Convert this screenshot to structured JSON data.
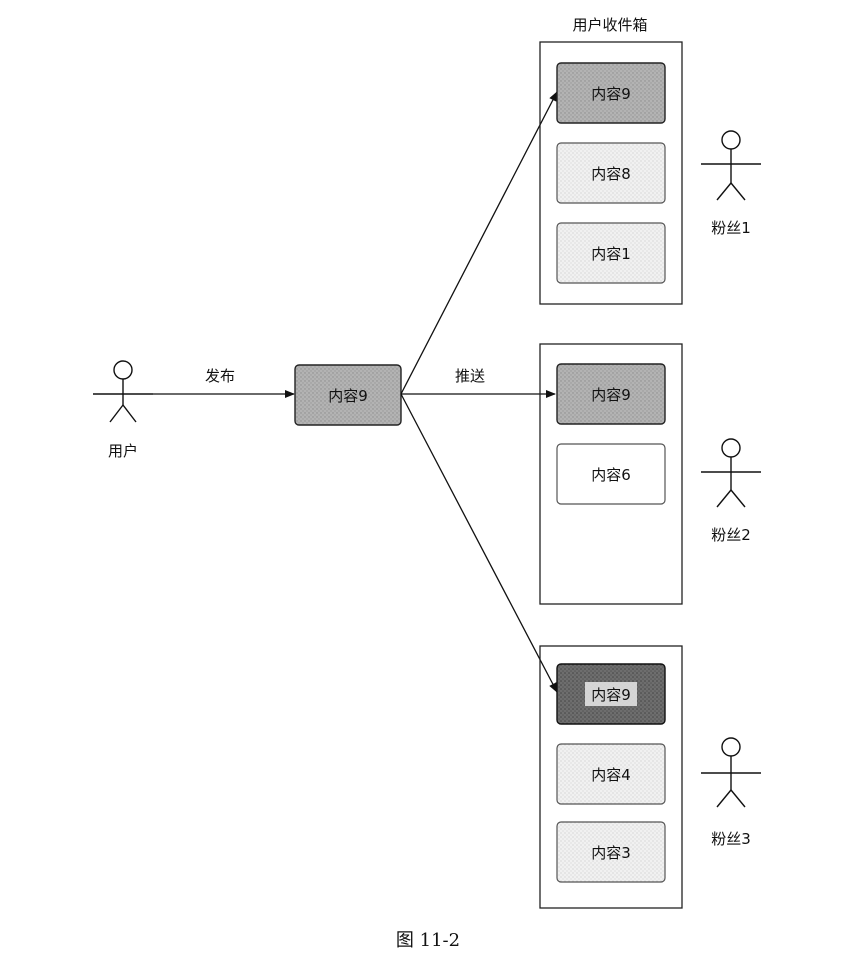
{
  "inbox_title": "用户收件箱",
  "user": {
    "label": "用户"
  },
  "publish_label": "发布",
  "push_label": "推送",
  "published_item": "内容9",
  "followers": [
    {
      "label": "粉丝1",
      "items": [
        "内容9",
        "内容8",
        "内容1"
      ]
    },
    {
      "label": "粉丝2",
      "items": [
        "内容9",
        "内容6"
      ]
    },
    {
      "label": "粉丝3",
      "items": [
        "内容9",
        "内容4",
        "内容3"
      ]
    }
  ],
  "caption": "图 11-2"
}
